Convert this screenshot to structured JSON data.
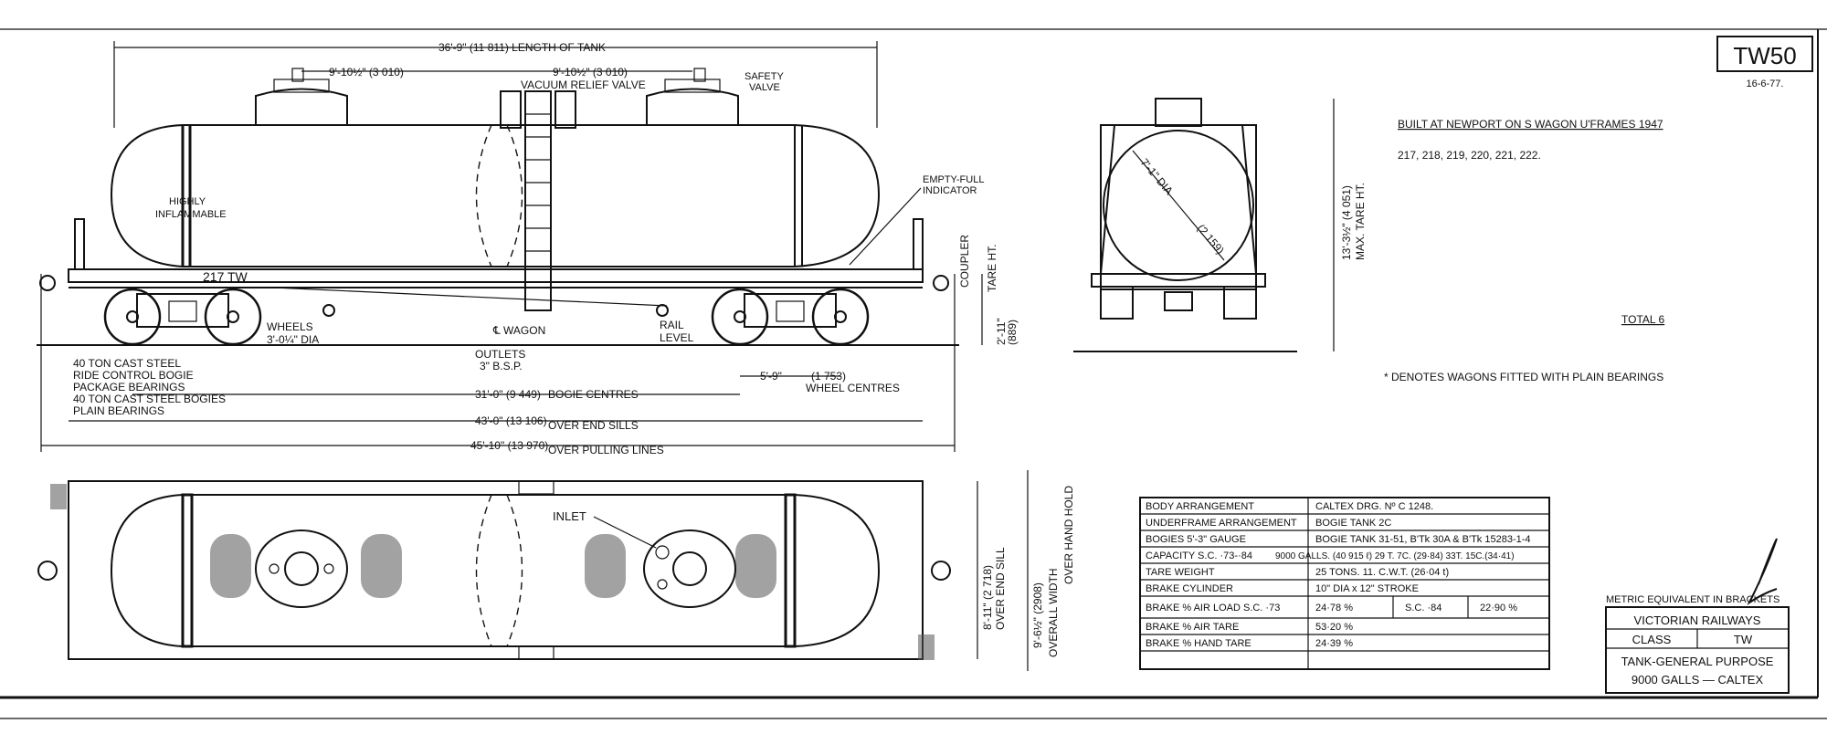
{
  "drawing_number": "TW50",
  "drawing_date": "16-6-77.",
  "side_view": {
    "length_of_tank": "36'-9\" (11 811) LENGTH OF TANK",
    "dim_9ft_a": "9'-10½\" (3 010)",
    "dim_9ft_b": "9'-10½\" (3 010)",
    "vacuum_relief_valve": "VACUUM RELIEF VALVE",
    "safety_valve_1": "SAFETY",
    "safety_valve_2": "VALVE",
    "highly_inflammable_1": "HIGHLY",
    "highly_inflammable_2": "INFLAMMABLE",
    "empty_full_1": "EMPTY-FULL",
    "empty_full_2": "INDICATOR",
    "wagon_number": "217 TW",
    "coupler": "COUPLER",
    "tare_ht": "TARE HT.",
    "tare_ht_dim": "2'-11\"",
    "tare_ht_dim_metric": "(889)",
    "wheels_1": "WHEELS",
    "wheels_2": "3'-0¼\" DIA",
    "wagon_centre": "℄ WAGON",
    "outlets_1": "OUTLETS",
    "outlets_2": "3\" B.S.P.",
    "rail_level_1": "RAIL",
    "rail_level_2": "LEVEL",
    "wheel_centres_a": "5'-9\"",
    "wheel_centres_b": "(1 753)",
    "wheel_centres_c": "WHEEL CENTRES",
    "bogie_note_1": "40 TON CAST STEEL",
    "bogie_note_2": "RIDE CONTROL BOGIE",
    "bogie_note_3": "PACKAGE BEARINGS",
    "bogie_note_4": "40 TON CAST STEEL BOGIES",
    "bogie_note_5": "PLAIN BEARINGS",
    "bogie_centres_dim": "31'-0\" (9 449)",
    "bogie_centres_label": "BOGIE CENTRES",
    "over_end_sills_dim": "43'-0\" (13 106)",
    "over_end_sills_label": "OVER END SILLS",
    "over_pulling_dim": "45'-10\" (13 970)",
    "over_pulling_label": "OVER PULLING LINES"
  },
  "end_view": {
    "tank_dia": "7'-1\" DIA",
    "tank_dia_metric": "(2 159)",
    "max_tare_ht": "13'-3½\" (4 051)",
    "max_tare_label": "MAX. TARE HT."
  },
  "plan_view": {
    "inlet": "INLET",
    "over_end_sill_dim": "8'-11\" (2 718)",
    "over_end_sill_label": "OVER END SILL",
    "overall_width_dim": "9'-6½\" (2908)",
    "overall_width_label": "OVERALL WIDTH",
    "over_hand_hold": "OVER HAND HOLD"
  },
  "notes": {
    "built_at": "BUILT AT NEWPORT ON S WAGON U'FRAMES 1947",
    "wagon_numbers": "217,   218,   219,   220,   221,   222.",
    "total": "TOTAL 6",
    "plain_bearings": "* DENOTES WAGONS FITTED WITH PLAIN BEARINGS"
  },
  "spec_table": {
    "rows": [
      {
        "label": "BODY ARRANGEMENT",
        "value": "CALTEX DRG. Nº C 1248."
      },
      {
        "label": "UNDERFRAME ARRANGEMENT",
        "value": "BOGIE TANK 2C"
      },
      {
        "label": "BOGIES 5'-3\" GAUGE",
        "value": "BOGIE TANK 31-51, B'Tk 30A & B'Tk 15283-1-4"
      },
      {
        "label": "CAPACITY S.C. ·73-·84",
        "value": "9000 GALLS. (40 915 ℓ) 29 T. 7C. (29·84)  33T. 15C.(34·41)"
      },
      {
        "label": "TARE WEIGHT",
        "value": "25 TONS. 11. C.W.T. (26·04 t)"
      },
      {
        "label": "BRAKE CYLINDER",
        "value": "10\" DIA x 12\" STROKE"
      },
      {
        "label": "BRAKE % AIR LOAD S.C. ·73",
        "value": "24·78 %",
        "mid": "S.C. ·84",
        "right": "22·90 %"
      },
      {
        "label": "BRAKE % AIR TARE",
        "value": "53·20 %"
      },
      {
        "label": "BRAKE % HAND TARE",
        "value": "24·39 %"
      },
      {
        "label": "",
        "value": ""
      }
    ]
  },
  "title_block": {
    "metric_note": "METRIC EQUIVALENT IN BRACKETS",
    "railway": "VICTORIAN RAILWAYS",
    "class_label": "CLASS",
    "class_value": "TW",
    "description_1": "TANK-GENERAL PURPOSE",
    "description_2": "9000 GALLS — CALTEX"
  }
}
